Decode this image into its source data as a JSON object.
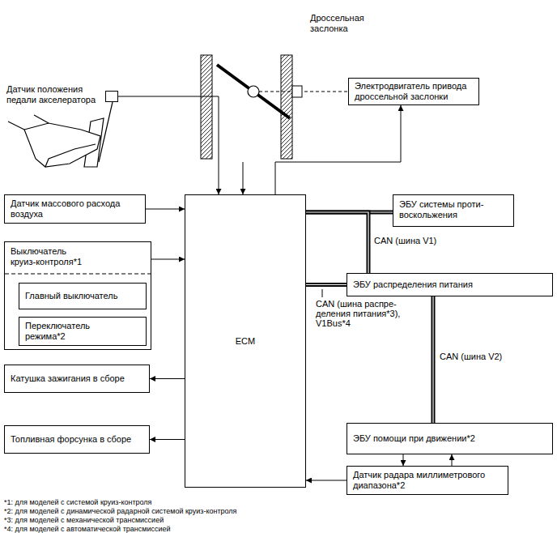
{
  "diagram": {
    "nodes": [
      {
        "text": [
          "Датчик положения педали акселератора"
        ]
      },
      {
        "text": [
          "Электродвигатель привода дроссельной заслонки"
        ]
      },
      {
        "text": [
          "ECM"
        ]
      },
      {
        "text": [
          "Датчик массового расхода воздуха"
        ]
      },
      {
        "text": [
          "ЭБУ системы проти- воскольжения"
        ]
      },
      {
        "text": [
          "Выключатель круиз-контроля*1"
        ]
      },
      {
        "text": [
          "Главный выключатель"
        ],
        "in": 5
      },
      {
        "text": [
          "Переключатель режима*2"
        ],
        "in": 5
      },
      {
        "text": [
          "ЭБУ распределения питания"
        ]
      },
      {
        "text": [
          "Катушка зажигания в сборе"
        ]
      },
      {
        "text": [
          "Топливная форсунка в сборе"
        ]
      },
      {
        "text": [
          "ЭБУ помощи при движении*2"
        ]
      },
      {
        "text": [
          "Датчик радара миллиметрового диапазона*2"
        ]
      }
    ],
    "edges": [
      {
        "from": 0,
        "to": 2,
        "arrow": "to"
      },
      {
        "from": 2,
        "to": 1,
        "arrow": "to"
      },
      {
        "from": 3,
        "to": 2,
        "arrow": "to"
      },
      {
        "from": 5,
        "to": 2,
        "arrow": "to"
      },
      {
        "from": 2,
        "to": 9,
        "arrow": "to"
      },
      {
        "from": 2,
        "to": 10,
        "arrow": "to"
      },
      {
        "from": 12,
        "to": 2,
        "arrow": "to"
      },
      {
        "from": 2,
        "to": 4,
        "arrow": "none"
      },
      {
        "from": 2,
        "to": 8,
        "arrow": "none",
        "label": "CAN (шина V1)"
      },
      {
        "from": 2,
        "to": 8,
        "arrow": "none",
        "label": "CAN (шина распре- деления питания*3), V1Bus*4"
      },
      {
        "from": 8,
        "to": 11,
        "arrow": "none",
        "label": "CAN (шина V2)"
      },
      {
        "from": 11,
        "to": 12,
        "arrow": "to"
      },
      {
        "from": 12,
        "to": 11,
        "arrow": "to"
      }
    ],
    "labels": [
      "Дроссельная заслонка",
      "*1: для моделей с системой круиз-контроля",
      "*2: для моделей с динамической радарной системой круиз-контроля",
      "*3: для моделей с механической трансмиссией",
      "*4: для моделей с автоматической трансмиссией"
    ]
  }
}
